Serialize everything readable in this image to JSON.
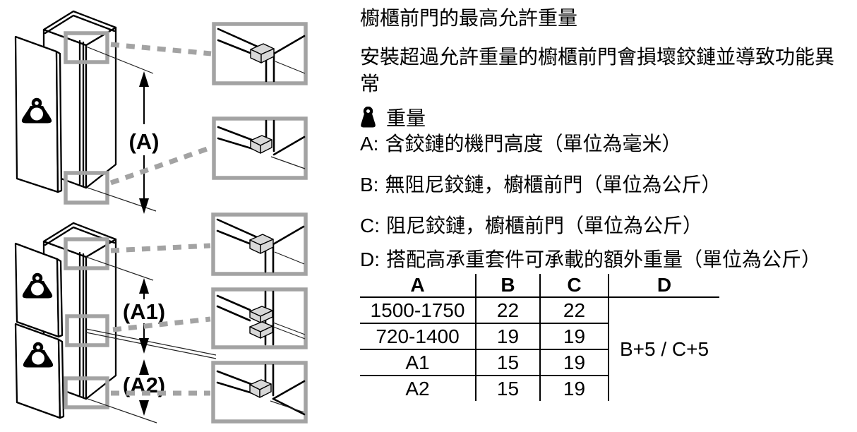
{
  "heading": "櫥櫃前門的最高允許重量",
  "warning": "安裝超過允許重量的櫥櫃前門會損壞鉸鏈並導致功能異常",
  "legend": {
    "title": "重量",
    "items": [
      {
        "key": "A:",
        "text": "含鉸鏈的機門高度（單位為毫米）"
      },
      {
        "key": "B:",
        "text": "無阻尼鉸鏈，櫥櫃前門（單位為公斤）"
      },
      {
        "key": "C:",
        "text": "阻尼鉸鏈，櫥櫃前門（單位為公斤）"
      },
      {
        "key": "D:",
        "text": "搭配高承重套件可承載的額外重量（單位為公斤）"
      }
    ]
  },
  "diagram": {
    "label_a": "(A)",
    "label_a1": "(A1)",
    "label_a2": "(A2)",
    "icons": {
      "weight_icon": "kettlebell-weight"
    },
    "colors": {
      "highlight_gray": "#a3a3a3",
      "hinge_fill": "#d8d8d8",
      "line": "#000000"
    }
  },
  "table": {
    "headers": [
      "A",
      "B",
      "C",
      "D"
    ],
    "rows": [
      {
        "a": "1500-1750",
        "b": "22",
        "c": "22"
      },
      {
        "a": "720-1400",
        "b": "19",
        "c": "19"
      },
      {
        "a": "A1",
        "b": "15",
        "c": "19"
      },
      {
        "a": "A2",
        "b": "15",
        "c": "19"
      }
    ],
    "d_value": "B+5 / C+5"
  }
}
